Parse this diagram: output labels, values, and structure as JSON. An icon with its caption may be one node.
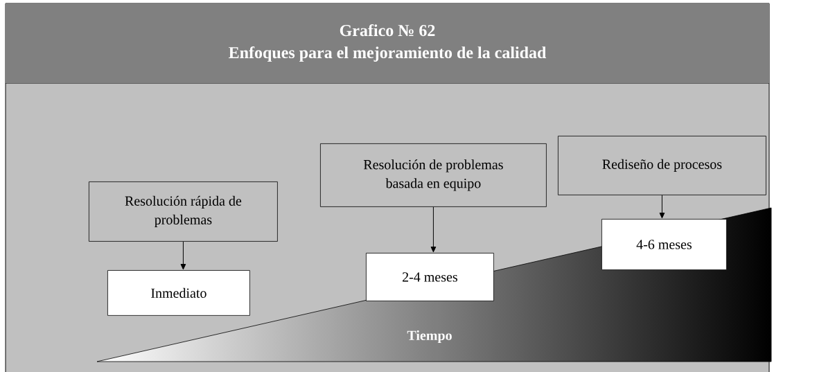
{
  "diagram": {
    "nodes": [
      {
        "text": [
          "Grafico № 62",
          "Enfoques para el mejoramiento de la calidad"
        ]
      },
      {
        "text": [
          "Resolución rápida de problemas"
        ]
      },
      {
        "text": [
          "Inmediato"
        ]
      },
      {
        "text": [
          "Resolución de problemas basada en equipo"
        ]
      },
      {
        "text": [
          "2-4 meses"
        ]
      },
      {
        "text": [
          "Rediseño de procesos"
        ]
      },
      {
        "text": [
          "4-6 meses"
        ]
      },
      {
        "text": [
          "Tiempo"
        ]
      }
    ],
    "edges": [
      {
        "from": 1,
        "to": 2,
        "arrow": "to"
      },
      {
        "from": 3,
        "to": 4,
        "arrow": "to"
      },
      {
        "from": 5,
        "to": 6,
        "arrow": "to"
      }
    ]
  }
}
